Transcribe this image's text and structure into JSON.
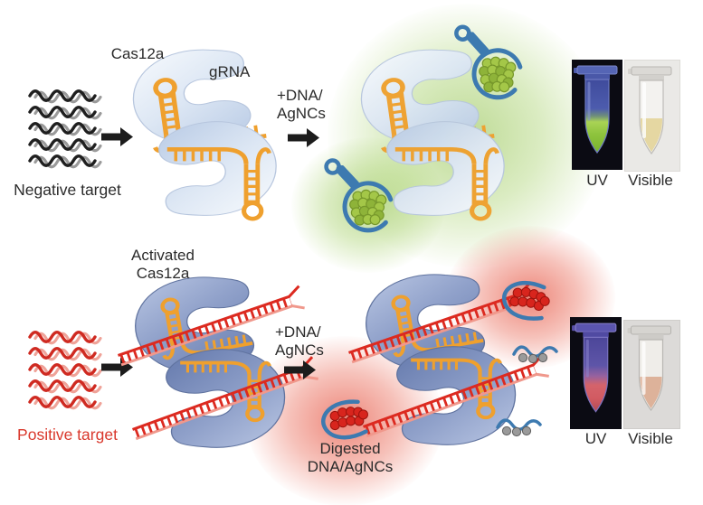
{
  "figure": {
    "rows": {
      "negative": {
        "target": "Negative target",
        "cas12a": "Cas12a",
        "grna": "gRNA",
        "reagent1": "+DNA/",
        "reagent2": "AgNCs",
        "uv": "UV",
        "visible": "Visible"
      },
      "positive": {
        "target": "Positive target",
        "activated1": "Activated",
        "activated2": "Cas12a",
        "reagent1": "+DNA/",
        "reagent2": "AgNCs",
        "digested1": "Digested",
        "digested2": "DNA/AgNCs",
        "uv": "UV",
        "visible": "Visible"
      }
    },
    "colors": {
      "negative_target_strand": "#1f1f1f",
      "negative_target_strand_light": "#9a9a9a",
      "positive_target_strand": "#cf2a21",
      "positive_target_strand_light": "#efa399",
      "positive_target_text": "#d9382c",
      "cas12a_inactive_body": "#dce6f4",
      "cas12a_activated_body": "#92a3cc",
      "grna_orange": "#efa02e",
      "probe_dna_blue": "#3d7ab0",
      "agnc_green": "#9cc240",
      "agnc_red": "#d8251d",
      "silver_atom_grey": "#8f8f8f",
      "glow_green": "#a5cc66",
      "glow_red": "#e25443",
      "uv_tube_green_fluorescence": "#8ec33d",
      "uv_tube_red_fluorescence": "#d05a64",
      "visible_tube_yellow": "#e5d7a2",
      "visible_tube_orange": "#ddb29a"
    }
  }
}
